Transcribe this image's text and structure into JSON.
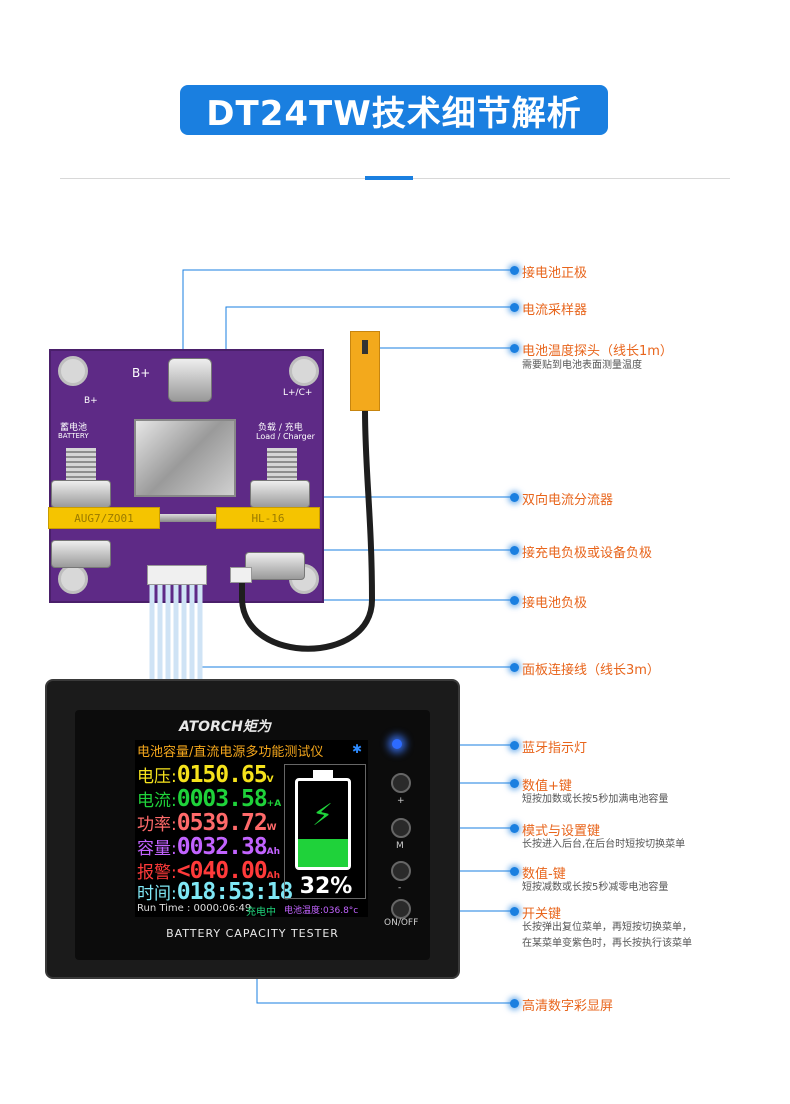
{
  "title": "DT24TW技术细节解析",
  "callouts": [
    {
      "label": "接电池正极"
    },
    {
      "label": "电流采样器"
    },
    {
      "label": "电池温度探头（线长1m）",
      "sub": "需要贴到电池表面测量温度"
    },
    {
      "label": "双向电流分流器"
    },
    {
      "label": "接充电负极或设备负极"
    },
    {
      "label": "接电池负极"
    },
    {
      "label": "面板连接线（线长3m）"
    },
    {
      "label": "蓝牙指示灯"
    },
    {
      "label": "数值+键",
      "sub": "短按加数或长按5秒加满电池容量"
    },
    {
      "label": "模式与设置键",
      "sub": "长按进入后台,在后台时短按切换菜单"
    },
    {
      "label": "数值-键",
      "sub": "短按减数或长按5秒减零电池容量"
    },
    {
      "label": "开关键",
      "sub": "长按弹出复位菜单，再短按切换菜单，",
      "sub2": "在某菜单变紫色时，再长按执行该菜单"
    },
    {
      "label": "高清数字彩显屏"
    }
  ],
  "pcb": {
    "b_plus": "B+",
    "b_plus_small": "B+",
    "lc_plus": "L+/C+",
    "battery_cn": "蓄电池",
    "battery_en": "BATTERY",
    "load_cn": "负载 / 充电",
    "load_en": "Load / Charger",
    "shunt_left_text": "AUG7/ZO01",
    "shunt_right_text": "HL-16"
  },
  "panel": {
    "brand": "ATORCH矩为",
    "subtitle": "BATTERY CAPACITY TESTER",
    "screen_title": "电池容量/直流电源多功能测试仪",
    "rows": [
      {
        "key": "电压:",
        "value": "0150.65",
        "unit": "V",
        "color": "#f5e21c"
      },
      {
        "key": "电流:",
        "value": "0003.58",
        "unit": "+A",
        "color": "#1fd23a"
      },
      {
        "key": "功率:",
        "value": "0539.72",
        "unit": "W",
        "color": "#ff6a6a"
      },
      {
        "key": "容量:",
        "value": "0032.38",
        "unit": "Ah",
        "color": "#c263ff"
      },
      {
        "key": "报警:",
        "value": "<040.00",
        "unit": "Ah",
        "color": "#ff3a3a"
      },
      {
        "key": "时间:",
        "value": "018:53:18",
        "unit": "",
        "color": "#7fe7f5"
      }
    ],
    "runtime": "Run Time : 0000:06:49",
    "charging": "充电中",
    "temperature": "电池温度:036.8°c",
    "percent": "32%",
    "percent_fill": 0.32,
    "buttons": [
      "+",
      "M",
      "-",
      "ON/OFF"
    ]
  }
}
